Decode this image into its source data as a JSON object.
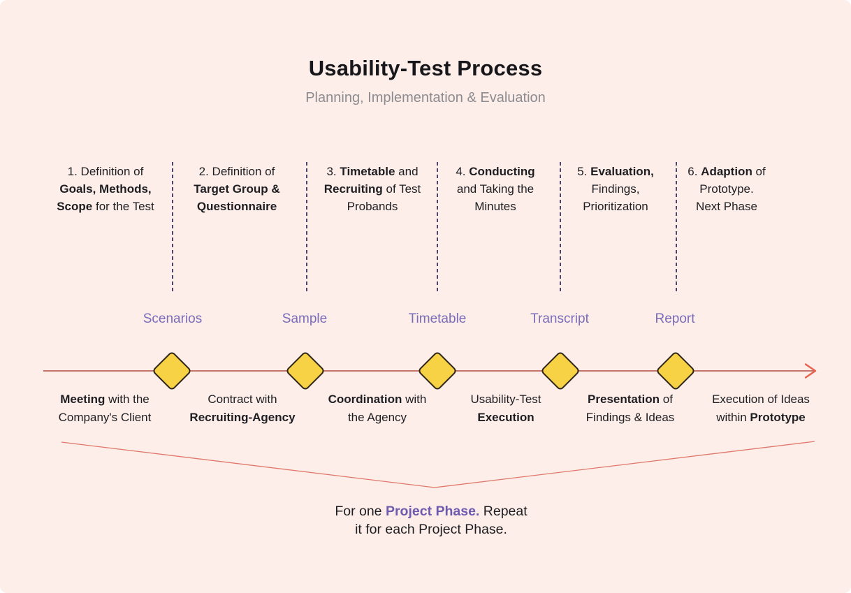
{
  "title": "Usability-Test Process",
  "subtitle": "Planning, Implementation & Evaluation",
  "colors": {
    "bg": "#FDEEE9",
    "text": "#1E1E22",
    "muted": "#8C8B90",
    "dash": "#51446B",
    "purple-label": "#7A6CB8",
    "purple-bold": "#6E5BAD",
    "line": "#C47468",
    "arrow": "#E8614C",
    "bracket": "#E0786C",
    "diamond-fill": "#F7D245",
    "diamond-border": "#2E2518"
  },
  "phases": [
    {
      "segments": [
        {
          "text": "1. Definition of"
        },
        {
          "br": true
        },
        {
          "text": "Goals, Methods,",
          "bold": true
        },
        {
          "br": true
        },
        {
          "text": "Scope",
          "bold": true
        },
        {
          "text": " for the Test"
        }
      ]
    },
    {
      "segments": [
        {
          "text": "2. Definition of"
        },
        {
          "br": true
        },
        {
          "text": "Target Group &",
          "bold": true
        },
        {
          "br": true
        },
        {
          "text": "Questionnaire",
          "bold": true
        }
      ]
    },
    {
      "segments": [
        {
          "text": "3. "
        },
        {
          "text": "Timetable",
          "bold": true
        },
        {
          "text": " and"
        },
        {
          "br": true
        },
        {
          "text": "Recruiting",
          "bold": true
        },
        {
          "text": " of Test"
        },
        {
          "br": true
        },
        {
          "text": "Probands"
        }
      ]
    },
    {
      "segments": [
        {
          "text": "4. "
        },
        {
          "text": "Conducting",
          "bold": true
        },
        {
          "br": true
        },
        {
          "text": "and Taking the"
        },
        {
          "br": true
        },
        {
          "text": "Minutes"
        }
      ]
    },
    {
      "segments": [
        {
          "text": "5. "
        },
        {
          "text": "Evaluation,",
          "bold": true
        },
        {
          "br": true
        },
        {
          "text": "Findings,"
        },
        {
          "br": true
        },
        {
          "text": "Prioritization"
        }
      ]
    },
    {
      "segments": [
        {
          "text": "6. "
        },
        {
          "text": "Adaption",
          "bold": true
        },
        {
          "text": " of"
        },
        {
          "br": true
        },
        {
          "text": "Prototype."
        },
        {
          "br": true
        },
        {
          "text": "Next Phase"
        }
      ]
    }
  ],
  "milestones": [
    "Scenarios",
    "Sample",
    "Timetable",
    "Transcript",
    "Report"
  ],
  "deliverables": [
    {
      "segments": [
        {
          "text": "Meeting",
          "bold": true
        },
        {
          "text": " with the"
        },
        {
          "br": true
        },
        {
          "text": "Company's Client"
        }
      ]
    },
    {
      "segments": [
        {
          "text": "Contract with"
        },
        {
          "br": true
        },
        {
          "text": "Recruiting-Agency",
          "bold": true
        }
      ]
    },
    {
      "segments": [
        {
          "text": "Coordination",
          "bold": true
        },
        {
          "text": " with"
        },
        {
          "br": true
        },
        {
          "text": "the Agency"
        }
      ]
    },
    {
      "segments": [
        {
          "text": "Usability-Test"
        },
        {
          "br": true
        },
        {
          "text": "Execution",
          "bold": true
        }
      ]
    },
    {
      "segments": [
        {
          "text": "Presentation",
          "bold": true
        },
        {
          "text": " of"
        },
        {
          "br": true
        },
        {
          "text": "Findings & Ideas"
        }
      ]
    },
    {
      "segments": [
        {
          "text": "Execution of Ideas"
        },
        {
          "br": true
        },
        {
          "text": "within "
        },
        {
          "text": "Prototype",
          "bold": true
        }
      ]
    }
  ],
  "footer": {
    "segments": [
      {
        "text": "For one "
      },
      {
        "text": "Project Phase.",
        "purple": true
      },
      {
        "text": " Repeat"
      },
      {
        "br": true
      },
      {
        "text": "it for each Project Phase."
      }
    ]
  }
}
